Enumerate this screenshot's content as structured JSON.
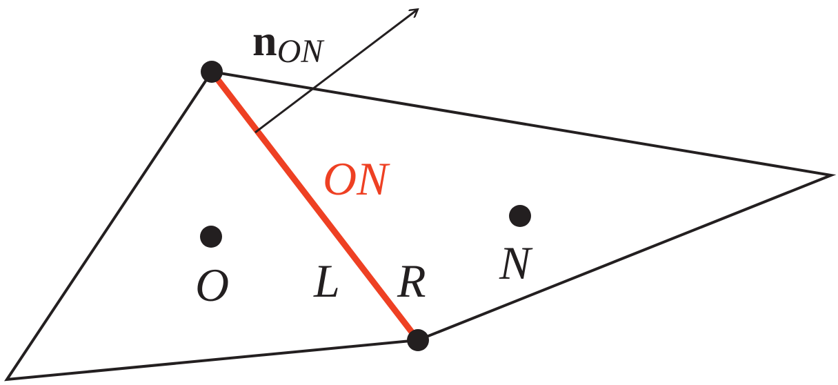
{
  "colors": {
    "stroke": "#231f20",
    "face_edge": "#ee4023",
    "background": "#ffffff"
  },
  "labels": {
    "normal_bold": "n",
    "normal_subscript": "ON",
    "face_edge": "ON",
    "owner_cell": "O",
    "neighbor_cell": "N",
    "left_side": "L",
    "right_side": "R"
  }
}
